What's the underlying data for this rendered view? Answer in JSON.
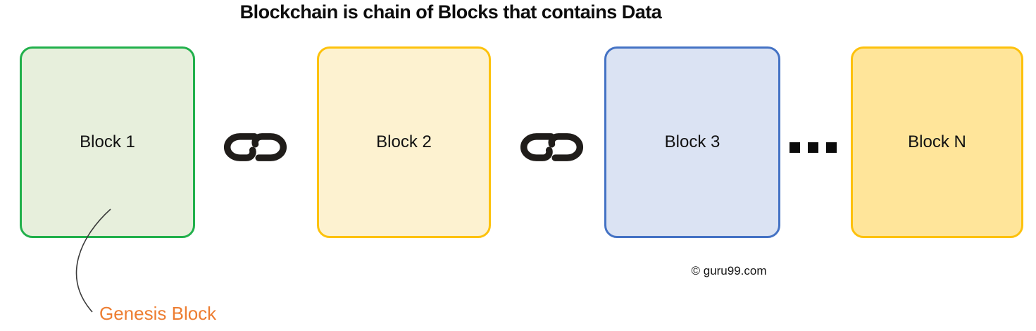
{
  "title": "Blockchain is chain of Blocks that contains Data",
  "blocks": [
    {
      "label": "Block 1",
      "fill": "#e7efdc",
      "border": "#21b04b"
    },
    {
      "label": "Block 2",
      "fill": "#fdf2d0",
      "border": "#fdc20c"
    },
    {
      "label": "Block 3",
      "fill": "#dbe3f3",
      "border": "#4472c4"
    },
    {
      "label": "Block N",
      "fill": "#ffe59a",
      "border": "#fdc10c"
    }
  ],
  "icons": {
    "chain_link_color": "#201d1a",
    "ellipsis_color": "#0b0b0b",
    "leader_line_color": "#3b3b3b"
  },
  "annotation": {
    "label": "Genesis Block",
    "color": "#ed7d31"
  },
  "credit": {
    "text": "© guru99.com"
  }
}
